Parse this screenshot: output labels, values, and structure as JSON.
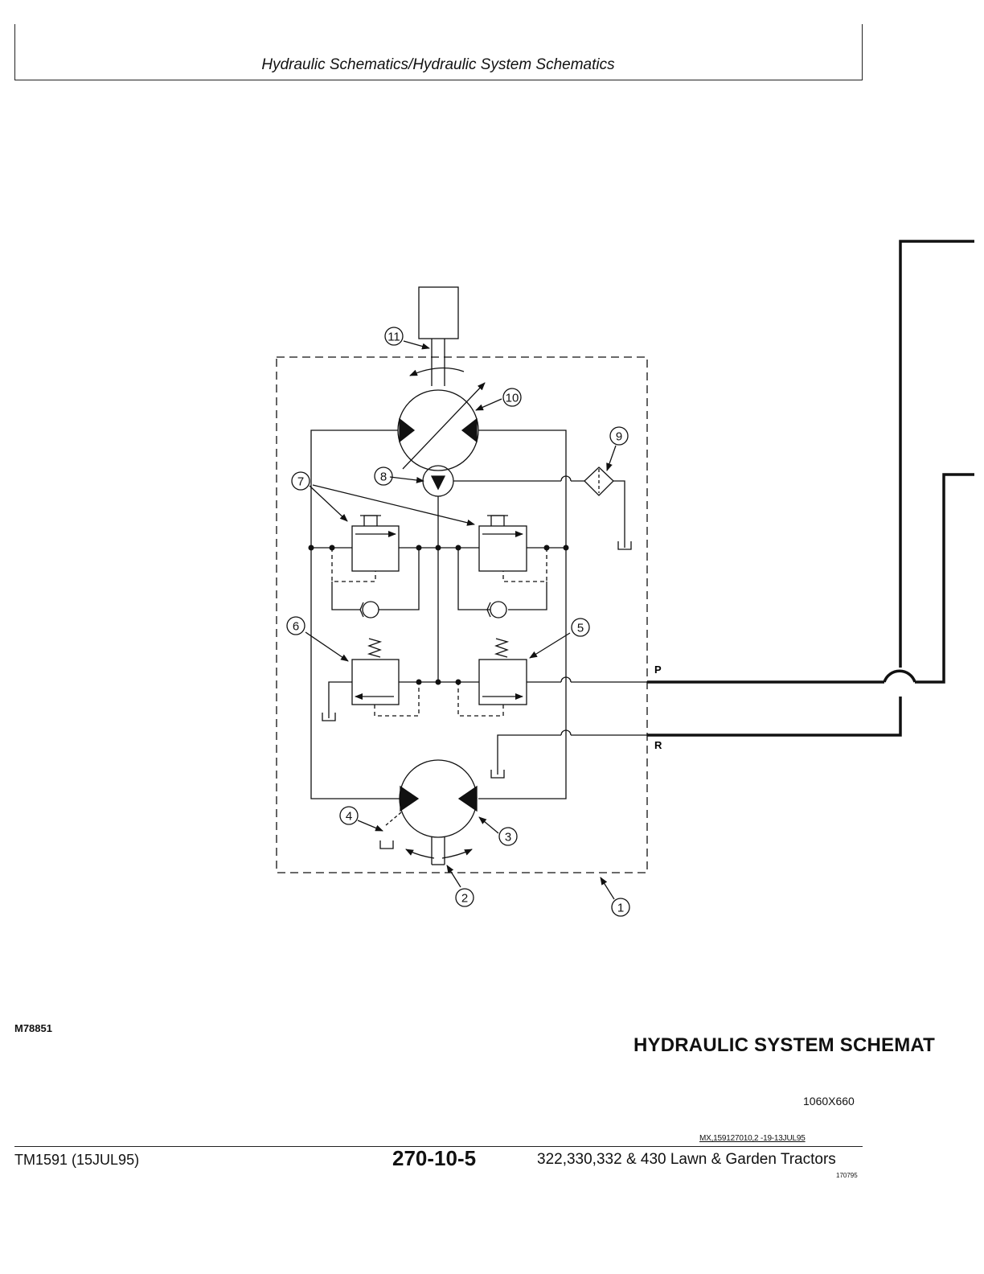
{
  "header": {
    "title": "Hydraulic Schematics/Hydraulic System Schematics"
  },
  "figure": {
    "id": "M78851",
    "caption": "HYDRAULIC SYSTEM SCHEMAT",
    "size": "1060X660",
    "callouts": [
      "1",
      "2",
      "3",
      "4",
      "5",
      "6",
      "7",
      "8",
      "9",
      "10",
      "11"
    ],
    "port_labels": {
      "pressure": "P",
      "return": "R"
    }
  },
  "footer": {
    "code": "MX,159127010,2 -19-13JUL95",
    "manual_id": "TM1591 (15JUL95)",
    "page_number": "270-10-5",
    "product_line": "322,330,332 & 430 Lawn & Garden Tractors",
    "print_code": "170795"
  }
}
